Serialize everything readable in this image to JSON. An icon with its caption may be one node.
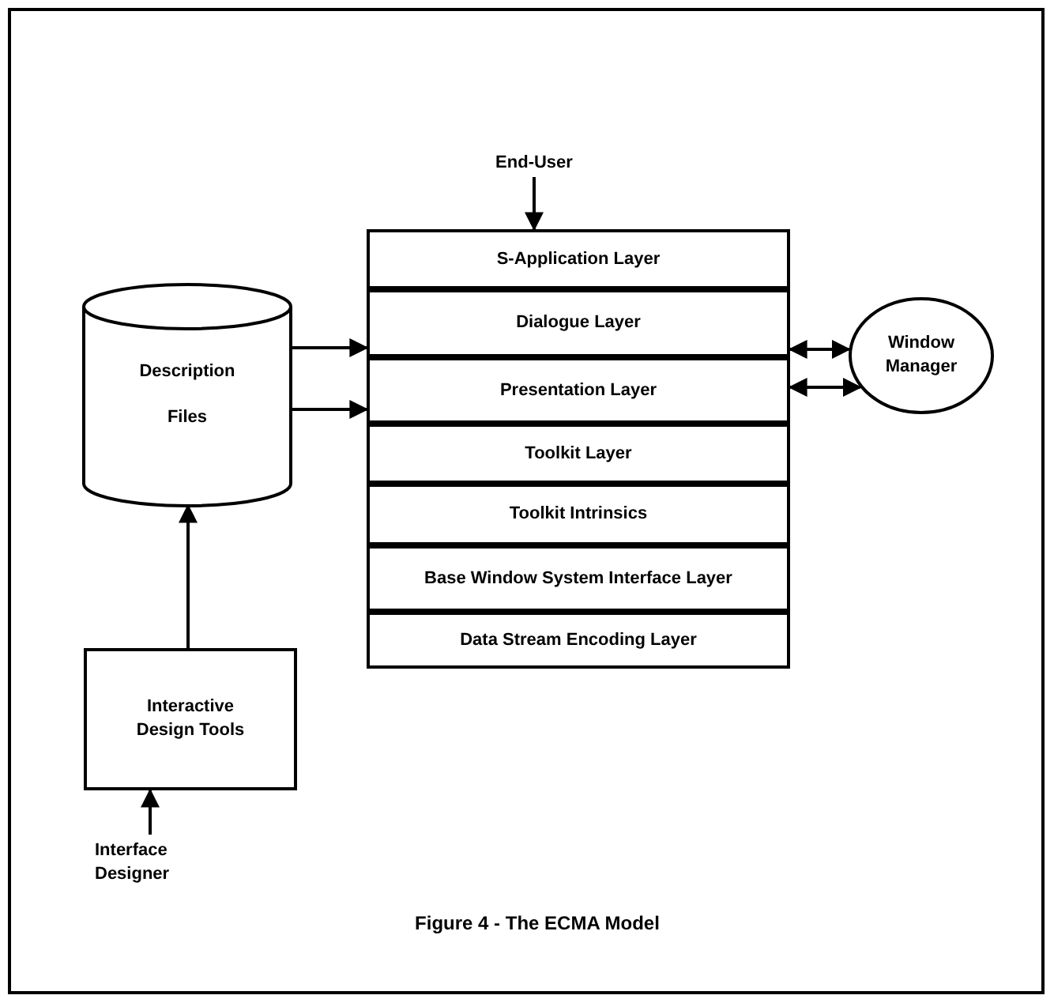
{
  "diagram": {
    "caption": "Figure 4 - The ECMA Model",
    "nodes": [
      {
        "text": [
          "End-User"
        ]
      },
      {
        "text": [
          "S-Application Layer"
        ]
      },
      {
        "text": [
          "Dialogue Layer"
        ]
      },
      {
        "text": [
          "Presentation Layer"
        ]
      },
      {
        "text": [
          "Toolkit Layer"
        ]
      },
      {
        "text": [
          "Toolkit Intrinsics"
        ]
      },
      {
        "text": [
          "Base Window System Interface Layer"
        ]
      },
      {
        "text": [
          "Data Stream Encoding Layer"
        ]
      },
      {
        "text": [
          "Description Files"
        ]
      },
      {
        "text": [
          "Window Manager"
        ]
      },
      {
        "text": [
          "Interactive Design Tools"
        ]
      },
      {
        "text": [
          "Interface Designer"
        ]
      }
    ],
    "edges": [
      {
        "from": 0,
        "to": 1,
        "arrow": "to"
      },
      {
        "from": 8,
        "to": 2,
        "arrow": "to"
      },
      {
        "from": 8,
        "to": 3,
        "arrow": "to"
      },
      {
        "from": 2,
        "to": 9,
        "arrow": "both"
      },
      {
        "from": 3,
        "to": 9,
        "arrow": "both"
      },
      {
        "from": 10,
        "to": 8,
        "arrow": "to"
      },
      {
        "from": 11,
        "to": 10,
        "arrow": "to"
      }
    ]
  }
}
